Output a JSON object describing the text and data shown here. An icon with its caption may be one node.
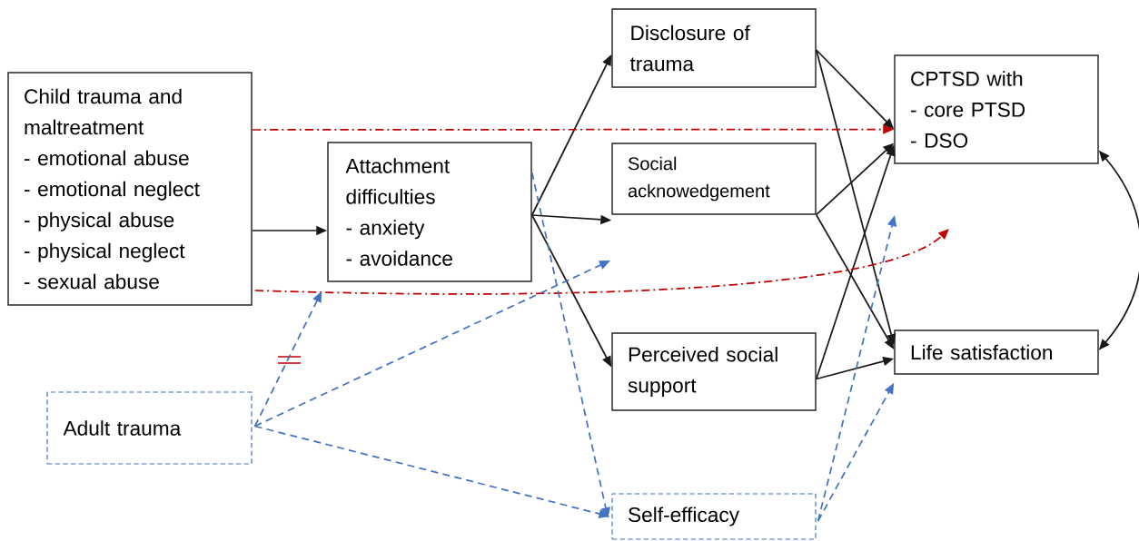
{
  "diagram": {
    "nodes": [
      {
        "text": [
          "Child trauma and maltreatment",
          "- emotional abuse",
          "- emotional neglect",
          "- physical abuse",
          "- physical neglect",
          "- sexual abuse"
        ]
      },
      {
        "text": [
          "Attachment difficulties",
          "- anxiety",
          "- avoidance"
        ]
      },
      {
        "text": [
          "Disclosure of trauma"
        ]
      },
      {
        "text": [
          "Social acknowedgement"
        ]
      },
      {
        "text": [
          "Perceived social support"
        ]
      },
      {
        "text": [
          "CPTSD with",
          "- core PTSD",
          "- DSO"
        ]
      },
      {
        "text": [
          "Life satisfaction"
        ]
      },
      {
        "text": [
          "Adult trauma"
        ]
      },
      {
        "text": [
          "Self-efficacy"
        ]
      }
    ],
    "edges": [
      {
        "from": 0,
        "to": 1,
        "arrow": "to"
      },
      {
        "from": 1,
        "to": 2,
        "arrow": "to"
      },
      {
        "from": 1,
        "to": 3,
        "arrow": "to"
      },
      {
        "from": 1,
        "to": 4,
        "arrow": "to"
      },
      {
        "from": 2,
        "to": 5,
        "arrow": "to"
      },
      {
        "from": 2,
        "to": 6,
        "arrow": "to"
      },
      {
        "from": 3,
        "to": 5,
        "arrow": "to"
      },
      {
        "from": 3,
        "to": 6,
        "arrow": "to"
      },
      {
        "from": 4,
        "to": 5,
        "arrow": "to"
      },
      {
        "from": 4,
        "to": 6,
        "arrow": "to"
      },
      {
        "from": 5,
        "to": 6,
        "arrow": "both"
      },
      {
        "from": 0,
        "to": 5,
        "arrow": "to",
        "style": "dashed",
        "color": "#c00000"
      },
      {
        "from": 0,
        "to": null,
        "arrow": "to",
        "style": "dashed",
        "color": "#c00000"
      },
      {
        "from": 7,
        "to": 1,
        "arrow": "to",
        "style": "dashed",
        "color": "#4472c4"
      },
      {
        "from": 7,
        "to": null,
        "arrow": "to",
        "style": "dashed",
        "color": "#4472c4"
      },
      {
        "from": 7,
        "to": 8,
        "arrow": "to",
        "style": "dashed",
        "color": "#4472c4"
      },
      {
        "from": 1,
        "to": 8,
        "arrow": "to",
        "style": "dashed",
        "color": "#4472c4"
      },
      {
        "from": 8,
        "to": null,
        "arrow": "to",
        "style": "dashed",
        "color": "#4472c4"
      },
      {
        "from": 8,
        "to": 6,
        "arrow": "to",
        "style": "dashed",
        "color": "#4472c4"
      }
    ]
  }
}
